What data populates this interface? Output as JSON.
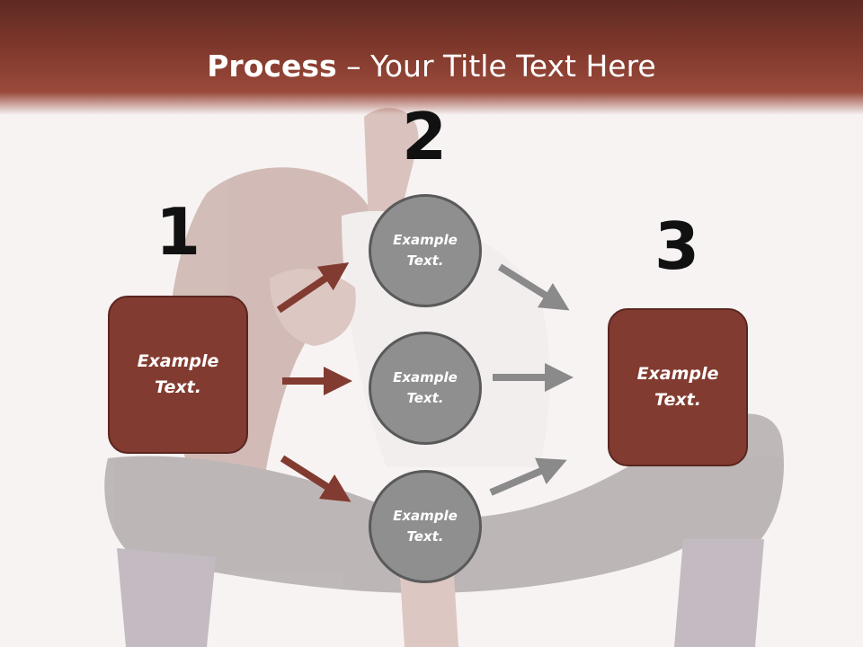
{
  "slide": {
    "title_bold": "Process",
    "title_rest": " – Your Title Text Here"
  },
  "steps": {
    "one": "1",
    "two": "2",
    "three": "3"
  },
  "left_box": {
    "text": "Example Text."
  },
  "circles": [
    {
      "text": "Example Text."
    },
    {
      "text": "Example Text."
    },
    {
      "text": "Example Text."
    }
  ],
  "right_box": {
    "text": "Example Text."
  },
  "colors": {
    "header": "#7e372b",
    "box_fill": "#823b30",
    "circle_fill": "#8f8f8f",
    "arrow_red": "#823b30",
    "arrow_gray": "#8a8a8a"
  }
}
